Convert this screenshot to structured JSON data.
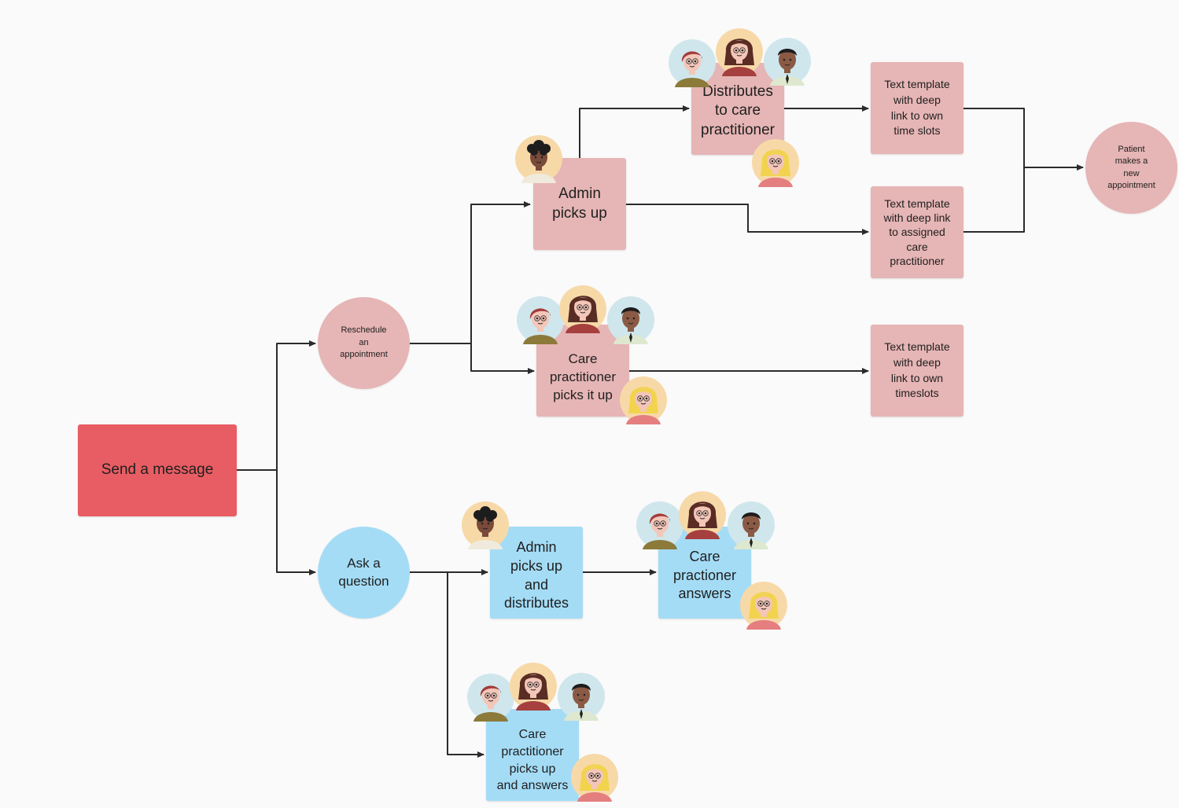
{
  "nodes": {
    "send_message": "Send a message",
    "reschedule": "Reschedule\nan\nappointment",
    "ask_question": "Ask a\nquestion",
    "admin_picks_up": "Admin\npicks up",
    "distributes": "Distributes\nto care\npractitioner",
    "care_picks_it_up": "Care\npractitioner\npicks it up",
    "text_template_own_slots": "Text template\nwith deep\nlink to own\ntime slots",
    "text_template_assigned": "Text template\nwith deep link\nto assigned\ncare\npractitioner",
    "text_template_own_timeslots": "Text template\nwith deep\nlink to own\ntimeslots",
    "patient_new_appointment": "Patient\nmakes a\nnew\nappointment",
    "admin_distributes": "Admin\npicks up\nand\ndistributes",
    "care_answers": "Care\npractioner\nanswers",
    "care_picks_up_answers": "Care\npractitioner\npicks up\nand answers"
  },
  "colors": {
    "reschedule_flow": "#e6b5b5",
    "question_flow": "#a4dcf6",
    "start": "#e85d63",
    "connector": "#2b2b2b"
  },
  "icons": {
    "admin": "admin-avatar-icon",
    "practitioner_group": "care-practitioner-group-avatar-icon",
    "practitioner_blonde": "blonde-practitioner-avatar-icon"
  }
}
